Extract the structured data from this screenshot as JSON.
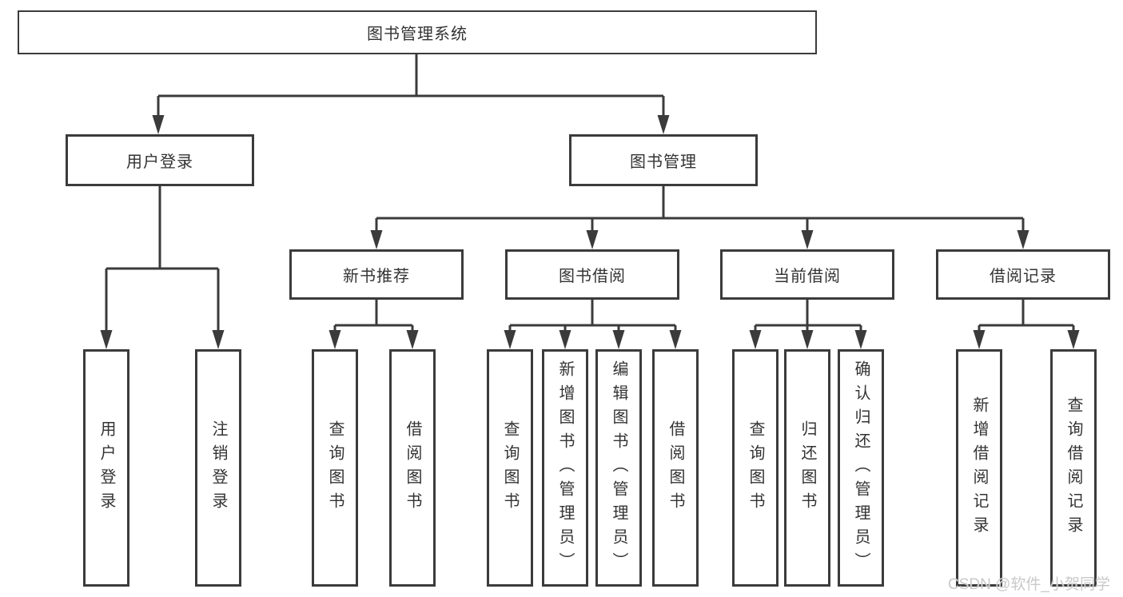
{
  "watermark": {
    "text": "CSDN @软件_小贺同学"
  },
  "colors": {
    "line": "#3b3b3b",
    "text": "#333333",
    "watermark": "#c9c9c9",
    "background": "#ffffff"
  },
  "diagram": {
    "root": {
      "label": "图书管理系统"
    },
    "level2": [
      {
        "id": "user-login",
        "label": "用户登录"
      },
      {
        "id": "book-management",
        "label": "图书管理"
      }
    ],
    "level3": [
      {
        "id": "new-book-recommend",
        "label": "新书推荐"
      },
      {
        "id": "book-borrow",
        "label": "图书借阅"
      },
      {
        "id": "current-borrow",
        "label": "当前借阅"
      },
      {
        "id": "borrow-records",
        "label": "借阅记录"
      }
    ],
    "leaves": {
      "user_login": [
        {
          "label": "用户登录"
        },
        {
          "label": "注销登录"
        }
      ],
      "new_book_recommend": [
        {
          "label": "查询图书"
        },
        {
          "label": "借阅图书"
        }
      ],
      "book_borrow": [
        {
          "label": "查询图书"
        },
        {
          "label": "新增图书（管理员）"
        },
        {
          "label": "编辑图书（管理员）"
        },
        {
          "label": "借阅图书"
        }
      ],
      "current_borrow": [
        {
          "label": "查询图书"
        },
        {
          "label": "归还图书"
        },
        {
          "label": "确认归还（管理员）"
        }
      ],
      "borrow_records": [
        {
          "label": "新增借阅记录"
        },
        {
          "label": "查询借阅记录"
        }
      ]
    }
  }
}
